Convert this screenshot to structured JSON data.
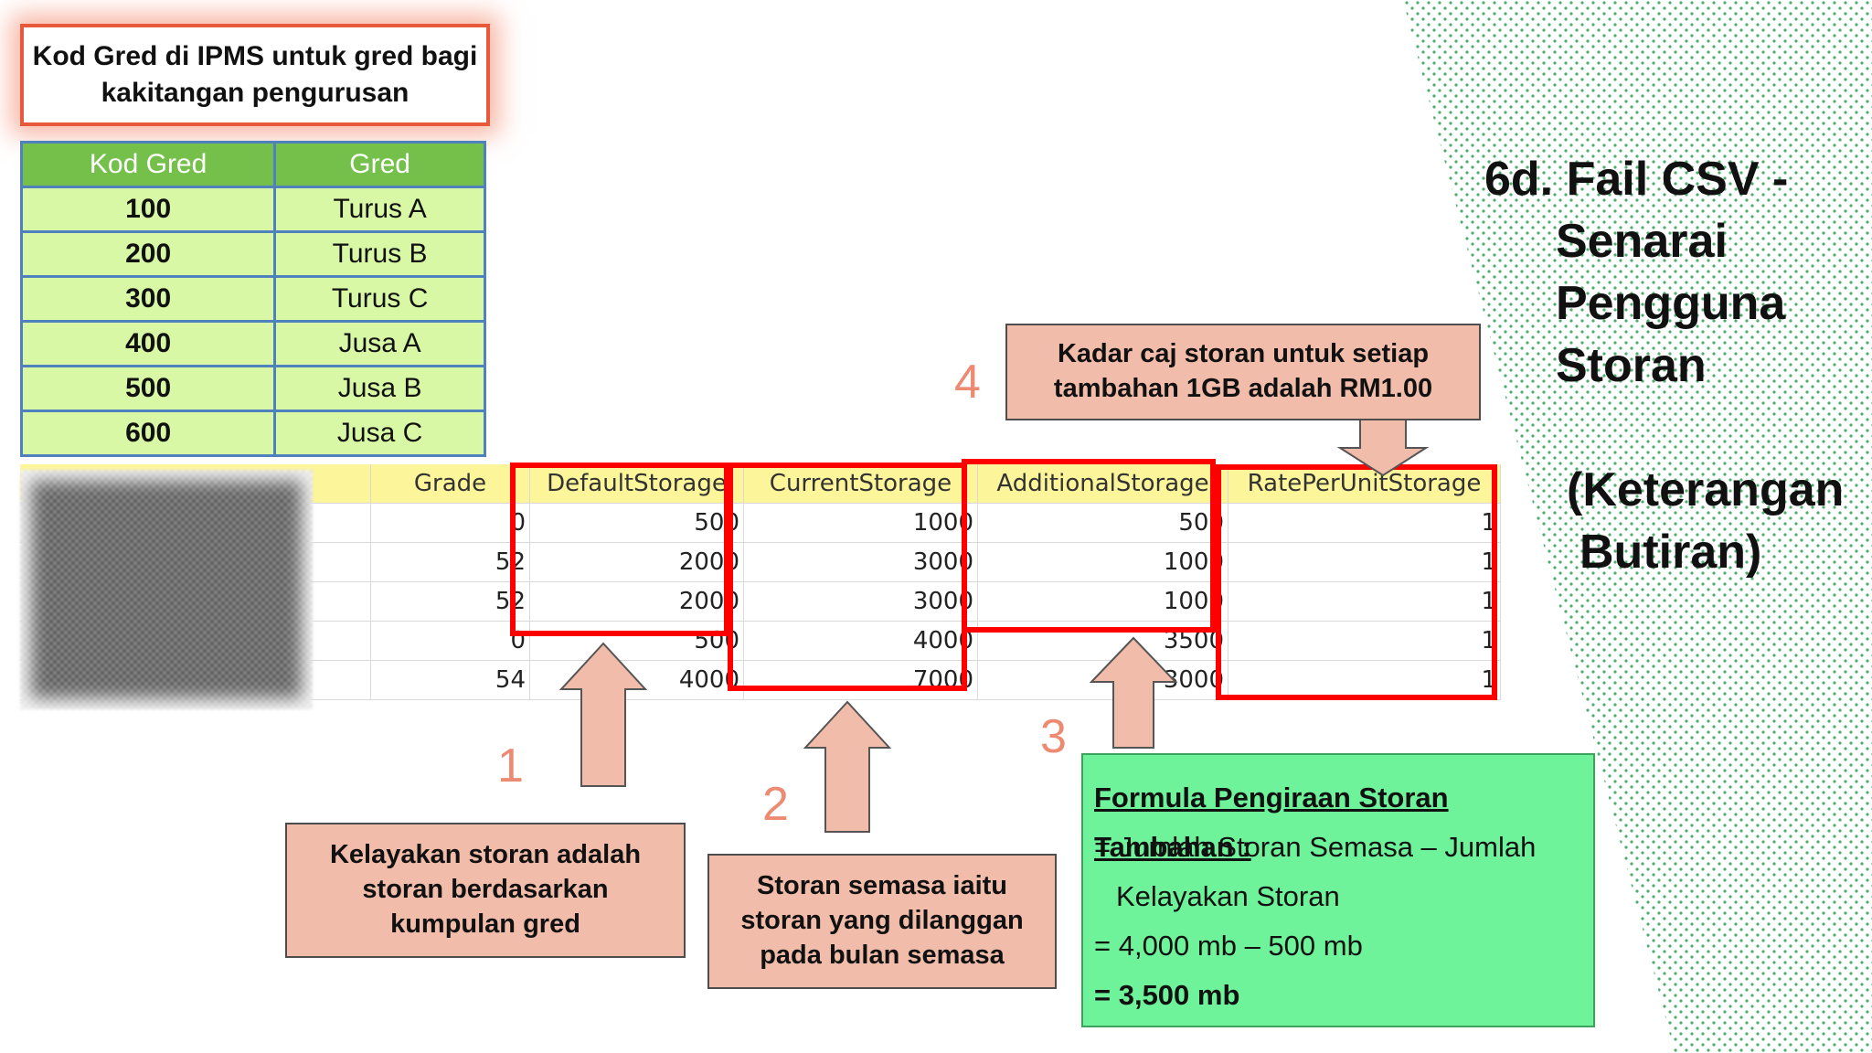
{
  "title_box": {
    "line1": "Kod Gred di IPMS untuk gred bagi",
    "line2": "kakitangan pengurusan"
  },
  "gred_table": {
    "headers": [
      "Kod Gred",
      "Gred"
    ],
    "rows": [
      {
        "kod": "100",
        "gred": "Turus A"
      },
      {
        "kod": "200",
        "gred": "Turus B"
      },
      {
        "kod": "300",
        "gred": "Turus C"
      },
      {
        "kod": "400",
        "gred": "Jusa A"
      },
      {
        "kod": "500",
        "gred": "Jusa B"
      },
      {
        "kod": "600",
        "gred": "Jusa C"
      }
    ]
  },
  "spreadsheet": {
    "headers": [
      "Grade",
      "DefaultStorage",
      "CurrentStorage",
      "AdditionalStorage",
      "RatePerUnitStorage"
    ],
    "rows": [
      [
        "0",
        "500",
        "1000",
        "500",
        "1"
      ],
      [
        "52",
        "2000",
        "3000",
        "1000",
        "1"
      ],
      [
        "52",
        "2000",
        "3000",
        "1000",
        "1"
      ],
      [
        "0",
        "500",
        "4000",
        "3500",
        "1"
      ],
      [
        "54",
        "4000",
        "7000",
        "3000",
        "1"
      ]
    ]
  },
  "right_title": {
    "line1": "6d. Fail CSV -",
    "line2": "Senarai",
    "line3": "Pengguna",
    "line4": "Storan",
    "line5": "(Keterangan",
    "line6": "Butiran)"
  },
  "callouts": {
    "c4": {
      "line1": "Kadar caj storan untuk setiap",
      "line2": "tambahan 1GB adalah RM1.00"
    },
    "c1": {
      "line1": "Kelayakan storan adalah",
      "line2": "storan berdasarkan",
      "line3": "kumpulan gred"
    },
    "c2": {
      "line1": "Storan semasa iaitu",
      "line2": "storan yang dilanggan",
      "line3": "pada bulan semasa"
    }
  },
  "numbers": {
    "n1": "1",
    "n2": "2",
    "n3": "3",
    "n4": "4"
  },
  "formula": {
    "title": "Formula Pengiraan Storan Tambahan :",
    "line1": "= Jumlah Storan Semasa – Jumlah",
    "line2": "Kelayakan  Storan",
    "line3": "= 4,000 mb – 500 mb",
    "line4": "= 3,500 mb"
  },
  "colors": {
    "accent_green": "#74c04a",
    "table_fill": "#d8f8a6",
    "callout_fill": "#f2bcab",
    "highlight_red": "#ff0000",
    "formula_fill": "#6ef29a",
    "dots": "#2e9e54"
  }
}
